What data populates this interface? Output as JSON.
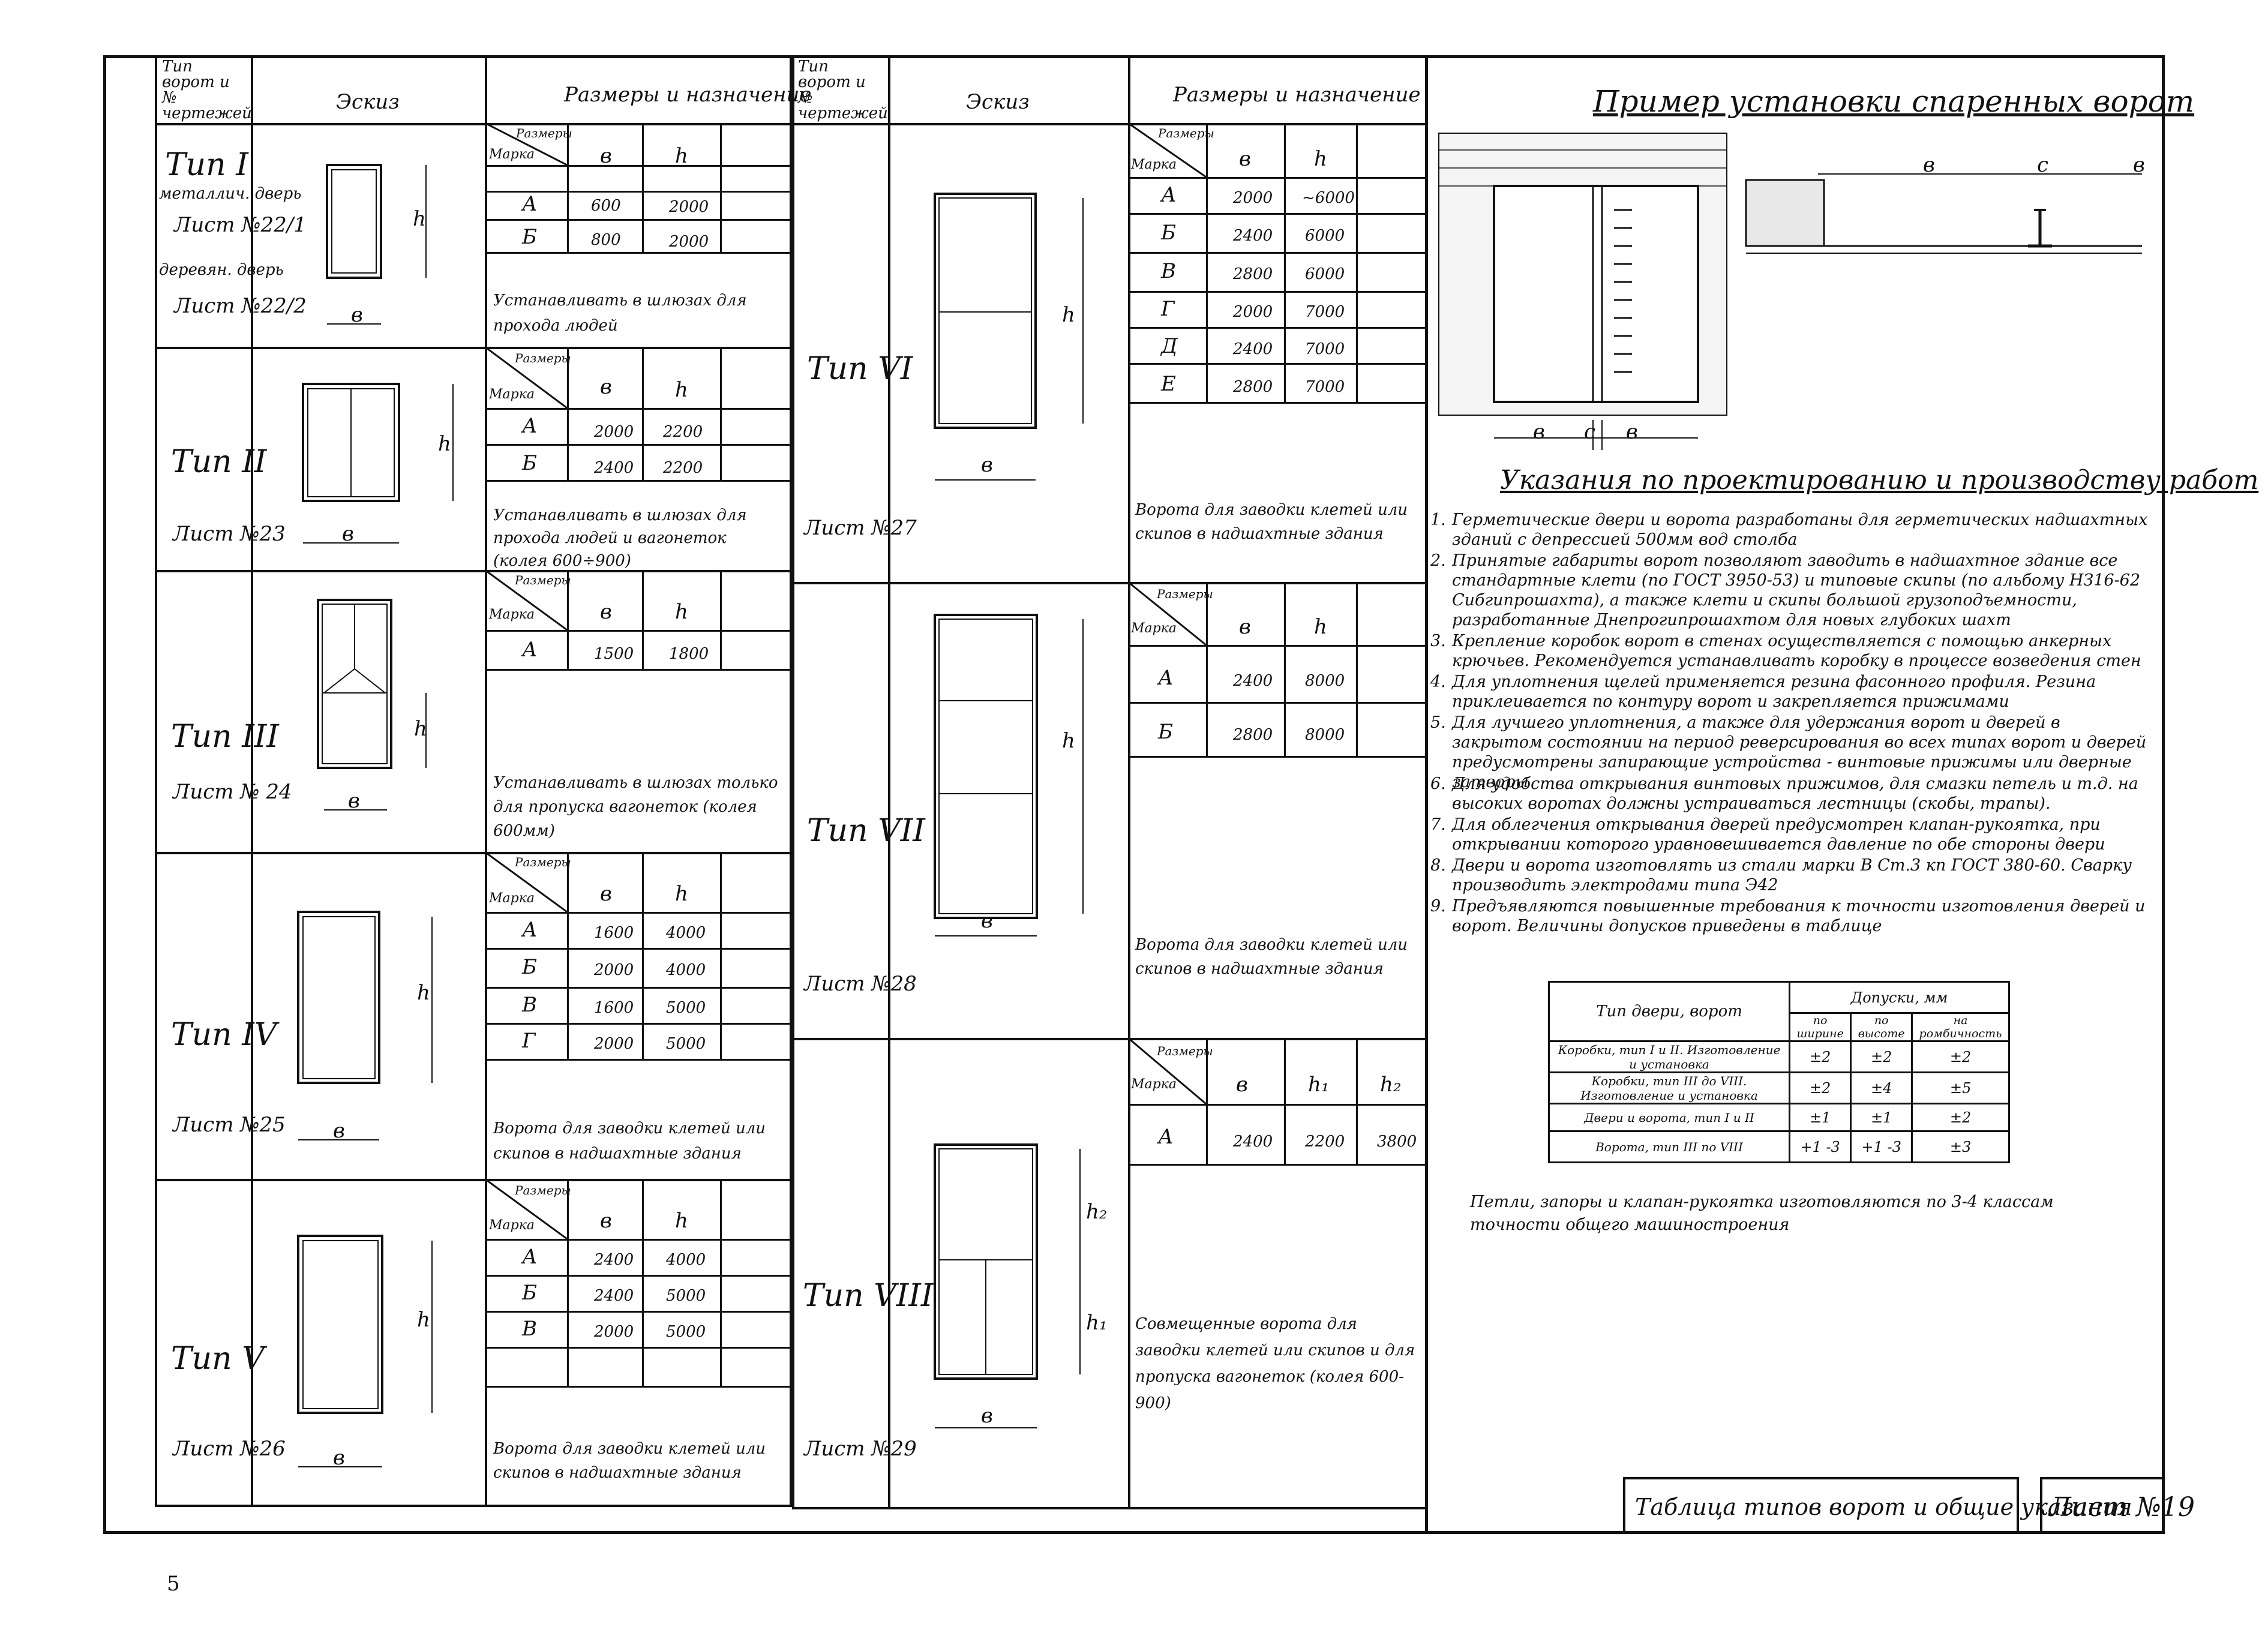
{
  "sheet": {
    "page_number": "5",
    "title_block": "Таблица типов ворот и общие указания",
    "sheet_no": "Лист №19"
  },
  "left_table": {
    "headers": {
      "type": "Тип ворот и № чертежей",
      "sketch": "Эскиз",
      "sizes": "Размеры и назначение"
    },
    "dim_header": {
      "sizes": "Размеры",
      "mark": "Марка",
      "b": "в",
      "h": "h"
    },
    "rows": [
      {
        "type": "Тип I",
        "sub1": "металлич. дверь",
        "sheet1": "Лист №22/1",
        "sub2": "деревян. дверь",
        "sheet2": "Лист №22/2",
        "dims": [
          {
            "mark": "А",
            "b": "600",
            "h": "2000"
          },
          {
            "mark": "Б",
            "b": "800",
            "h": "2000"
          }
        ],
        "purpose": "Устанавливать в шлюзах для прохода людей"
      },
      {
        "type": "Тип II",
        "sheet": "Лист №23",
        "dims": [
          {
            "mark": "А",
            "b": "2000",
            "h": "2200"
          },
          {
            "mark": "Б",
            "b": "2400",
            "h": "2200"
          }
        ],
        "purpose": "Устанавливать в шлюзах для прохода людей и вагонеток (колея 600÷900)"
      },
      {
        "type": "Тип III",
        "sheet": "Лист № 24",
        "dims": [
          {
            "mark": "А",
            "b": "1500",
            "h": "1800"
          }
        ],
        "purpose": "Устанавливать в шлюзах только для пропуска вагонеток (колея 600мм)"
      },
      {
        "type": "Тип IV",
        "sheet": "Лист №25",
        "dims": [
          {
            "mark": "А",
            "b": "1600",
            "h": "4000"
          },
          {
            "mark": "Б",
            "b": "2000",
            "h": "4000"
          },
          {
            "mark": "В",
            "b": "1600",
            "h": "5000"
          },
          {
            "mark": "Г",
            "b": "2000",
            "h": "5000"
          }
        ],
        "purpose": "Ворота для заводки клетей или скипов в надшахтные здания"
      },
      {
        "type": "Тип V",
        "sheet": "Лист №26",
        "dims": [
          {
            "mark": "А",
            "b": "2400",
            "h": "4000"
          },
          {
            "mark": "Б",
            "b": "2400",
            "h": "5000"
          },
          {
            "mark": "В",
            "b": "2000",
            "h": "5000"
          }
        ],
        "purpose": "Ворота для заводки клетей или скипов в надшахтные здания"
      }
    ]
  },
  "mid_table": {
    "headers": {
      "type": "Тип ворот и № чертежей",
      "sketch": "Эскиз",
      "sizes": "Размеры и назначение"
    },
    "rows": [
      {
        "type": "Тип VI",
        "sheet": "Лист №27",
        "dims": [
          {
            "mark": "А",
            "b": "2000",
            "h": "~6000"
          },
          {
            "mark": "Б",
            "b": "2400",
            "h": "6000"
          },
          {
            "mark": "В",
            "b": "2800",
            "h": "6000"
          },
          {
            "mark": "Г",
            "b": "2000",
            "h": "7000"
          },
          {
            "mark": "Д",
            "b": "2400",
            "h": "7000"
          },
          {
            "mark": "Е",
            "b": "2800",
            "h": "7000"
          }
        ],
        "purpose": "Ворота для заводки клетей или скипов в надшахтные здания"
      },
      {
        "type": "Тип VII",
        "sheet": "Лист №28",
        "dims": [
          {
            "mark": "А",
            "b": "2400",
            "h": "8000"
          },
          {
            "mark": "Б",
            "b": "2800",
            "h": "8000"
          }
        ],
        "purpose": "Ворота для заводки клетей или скипов в надшахтные здания"
      },
      {
        "type": "Тип VIII",
        "sheet": "Лист №29",
        "dim_header": {
          "h1": "h₁",
          "h2": "h₂"
        },
        "dims": [
          {
            "mark": "А",
            "b": "2400",
            "h1": "2200",
            "h2": "3800"
          }
        ],
        "purpose": "Совмещенные ворота для заводки клетей или скипов и для пропуска вагонеток (колея 600-900)"
      }
    ]
  },
  "right": {
    "example_title": "Пример установки спаренных ворот",
    "example_labels": {
      "b": "в",
      "c": "с"
    },
    "instructions_title": "Указания по проектированию и производству работ",
    "instructions": [
      "Герметические двери и ворота разработаны для герметических надшахтных зданий с депрессией 500мм вод столба",
      "Принятые габариты ворот позволяют заводить в надшахтное здание все стандартные клети (по ГОСТ 3950-53) и типовые скипы (по альбому НЗ16-62 Сибгипрошахта), а также клети и скипы большой грузоподъемности, разработанные Днепрогипрошахтом для новых глубоких шахт",
      "Крепление коробок ворот в стенах осуществляется с помощью анкерных крючьев. Рекомендуется устанавливать коробку в процессе возведения стен",
      "Для уплотнения щелей применяется резина фасонного профиля. Резина приклеивается по контуру ворот и закрепляется прижимами",
      "Для лучшего уплотнения, а также для удержания ворот и дверей в закрытом состоянии на период реверсирования во всех типах ворот и дверей предусмотрены запирающие устройства - винтовые прижимы или дверные затворы",
      "Для удобства открывания винтовых прижимов, для смазки петель и т.д. на высоких воротах должны устраиваться лестницы (скобы, трапы).",
      "Для облегчения открывания дверей предусмотрен клапан-рукоятка, при открывании которого уравновешивается давление по обе стороны двери",
      "Двери и ворота изготовлять из стали марки В Ст.3 кп ГОСТ 380-60. Сварку производить электродами типа Э42",
      "Предъявляются повышенные требования к точности изготовления дверей и ворот. Величины допусков приведены в таблице"
    ],
    "tolerance_table": {
      "col_type": "Тип двери, ворот",
      "col_tol": "Допуски, мм",
      "sub": [
        "по ширине",
        "по высоте",
        "на ромбичность"
      ],
      "rows": [
        {
          "label": "Коробки, тип I и II. Изготовление и установка",
          "w": "±2",
          "h": "±2",
          "r": "±2"
        },
        {
          "label": "Коробки, тип III до VIII. Изготовление и установка",
          "w": "±2",
          "h": "±4",
          "r": "±5"
        },
        {
          "label": "Двери и ворота, тип I и II",
          "w": "±1",
          "h": "±1",
          "r": "±2"
        },
        {
          "label": "Ворота, тип III по VIII",
          "w": "+1 -3",
          "h": "+1 -3",
          "r": "±3"
        }
      ]
    },
    "note": "Петли, запоры и клапан-рукоятка изготовляются по 3-4 классам точности общего машиностроения"
  }
}
